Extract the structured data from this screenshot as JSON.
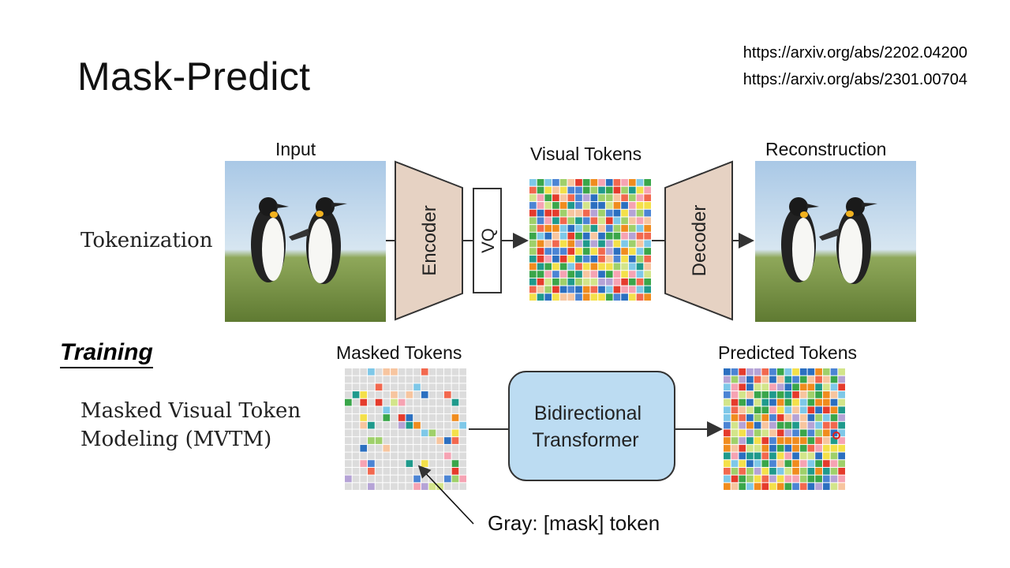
{
  "slide": {
    "title": "Mask-Predict",
    "links": [
      "https://arxiv.org/abs/2202.04200",
      "https://arxiv.org/abs/2301.00704"
    ]
  },
  "tokenization": {
    "row_label": "Tokenization",
    "input_label": "Input",
    "encoder_label": "Encoder",
    "vq_label": "VQ",
    "visual_tokens_label": "Visual Tokens",
    "decoder_label": "Decoder",
    "reconstruction_label": "Reconstruction"
  },
  "training": {
    "heading": "Training",
    "row_label_line1": "Masked Visual Token",
    "row_label_line2": "Modeling (MVTM)",
    "masked_tokens_label": "Masked Tokens",
    "transformer_line1": "Bidirectional",
    "transformer_line2": "Transformer",
    "predicted_tokens_label": "Predicted Tokens",
    "note": "Gray: [mask] token"
  },
  "colors": {
    "encoder_fill": "#e6d2c3",
    "transformer_fill": "#bcdcf2",
    "mask_gray": "#dcdcdc",
    "palette": [
      "#2b6fc0",
      "#e53b2c",
      "#f08c1e",
      "#3aa64a",
      "#f4e04a",
      "#9fd06a",
      "#f6a3b3",
      "#7ec8e8",
      "#b5a3d6",
      "#1f9a8c",
      "#f7c59f",
      "#d3e58a",
      "#4b84d4",
      "#f2684e"
    ]
  },
  "images": {
    "input_photo": "penguins-photo",
    "reconstruction_photo": "penguins-photo"
  }
}
